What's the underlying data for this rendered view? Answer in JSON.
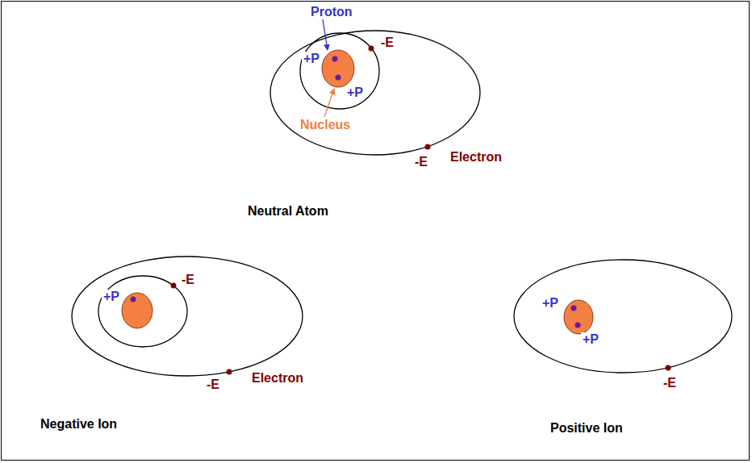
{
  "diagram": {
    "labels": [
      "Proton",
      "+P",
      "+P",
      "Nucleus",
      "-E",
      "-E",
      "Electron",
      "Neutral Atom",
      "+P",
      "-E",
      "-E",
      "Electron",
      "Negative Ion",
      "+P",
      "+P",
      "-E",
      "Positive Ion"
    ]
  }
}
